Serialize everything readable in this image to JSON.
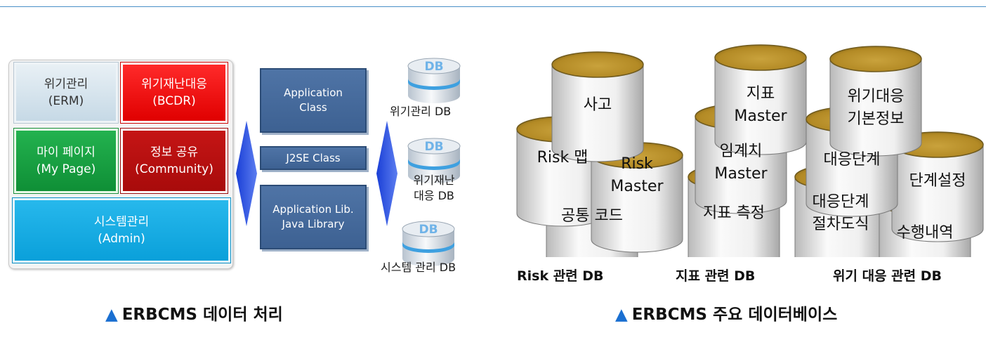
{
  "left": {
    "modules": {
      "erm": {
        "line1": "위기관리",
        "line2": "(ERM)"
      },
      "bcdr": {
        "line1": "위기재난대응",
        "line2": "(BCDR)"
      },
      "mypage": {
        "line1": "마이 페이지",
        "line2": "(My Page)"
      },
      "community": {
        "line1": "정보 공유",
        "line2": "(Community)"
      },
      "admin": {
        "line1": "시스템관리",
        "line2": "(Admin)"
      }
    },
    "classes": {
      "app_class": {
        "line1": "Application",
        "line2": "Class"
      },
      "j2se": {
        "line1": "J2SE Class"
      },
      "app_lib": {
        "line1": "Application Lib.",
        "line2": "Java Library"
      }
    },
    "dbs": {
      "icon_text": "DB",
      "crisis": "위기관리 DB",
      "disaster_line1": "위기재난",
      "disaster_line2": "대응 DB",
      "system": "시스템 관리 DB"
    },
    "caption_marker": "▲",
    "caption": "ERBCMS 데이터 처리"
  },
  "right": {
    "risk": {
      "accident": "사고",
      "risk_map": "Risk 맵",
      "risk_master_1": "Risk",
      "risk_master_2": "Master",
      "common_code": "공통 코드",
      "label": "Risk 관련 DB"
    },
    "index": {
      "index_master_1": "지표",
      "index_master_2": "Master",
      "threshold_1": "임계치",
      "threshold_2": "Master",
      "measure": "지표 측정",
      "label": "지표 관련 DB"
    },
    "crisis": {
      "basic_1": "위기대응",
      "basic_2": "기본정보",
      "stage": "대응단계",
      "stage_setting": "단계설정",
      "procedure_1": "대응단계",
      "procedure_2": "절차도식",
      "history": "수행내역",
      "label": "위기 대응 관련 DB"
    },
    "caption_marker": "▲",
    "caption": "ERBCMS 주요 데이터베이스"
  }
}
